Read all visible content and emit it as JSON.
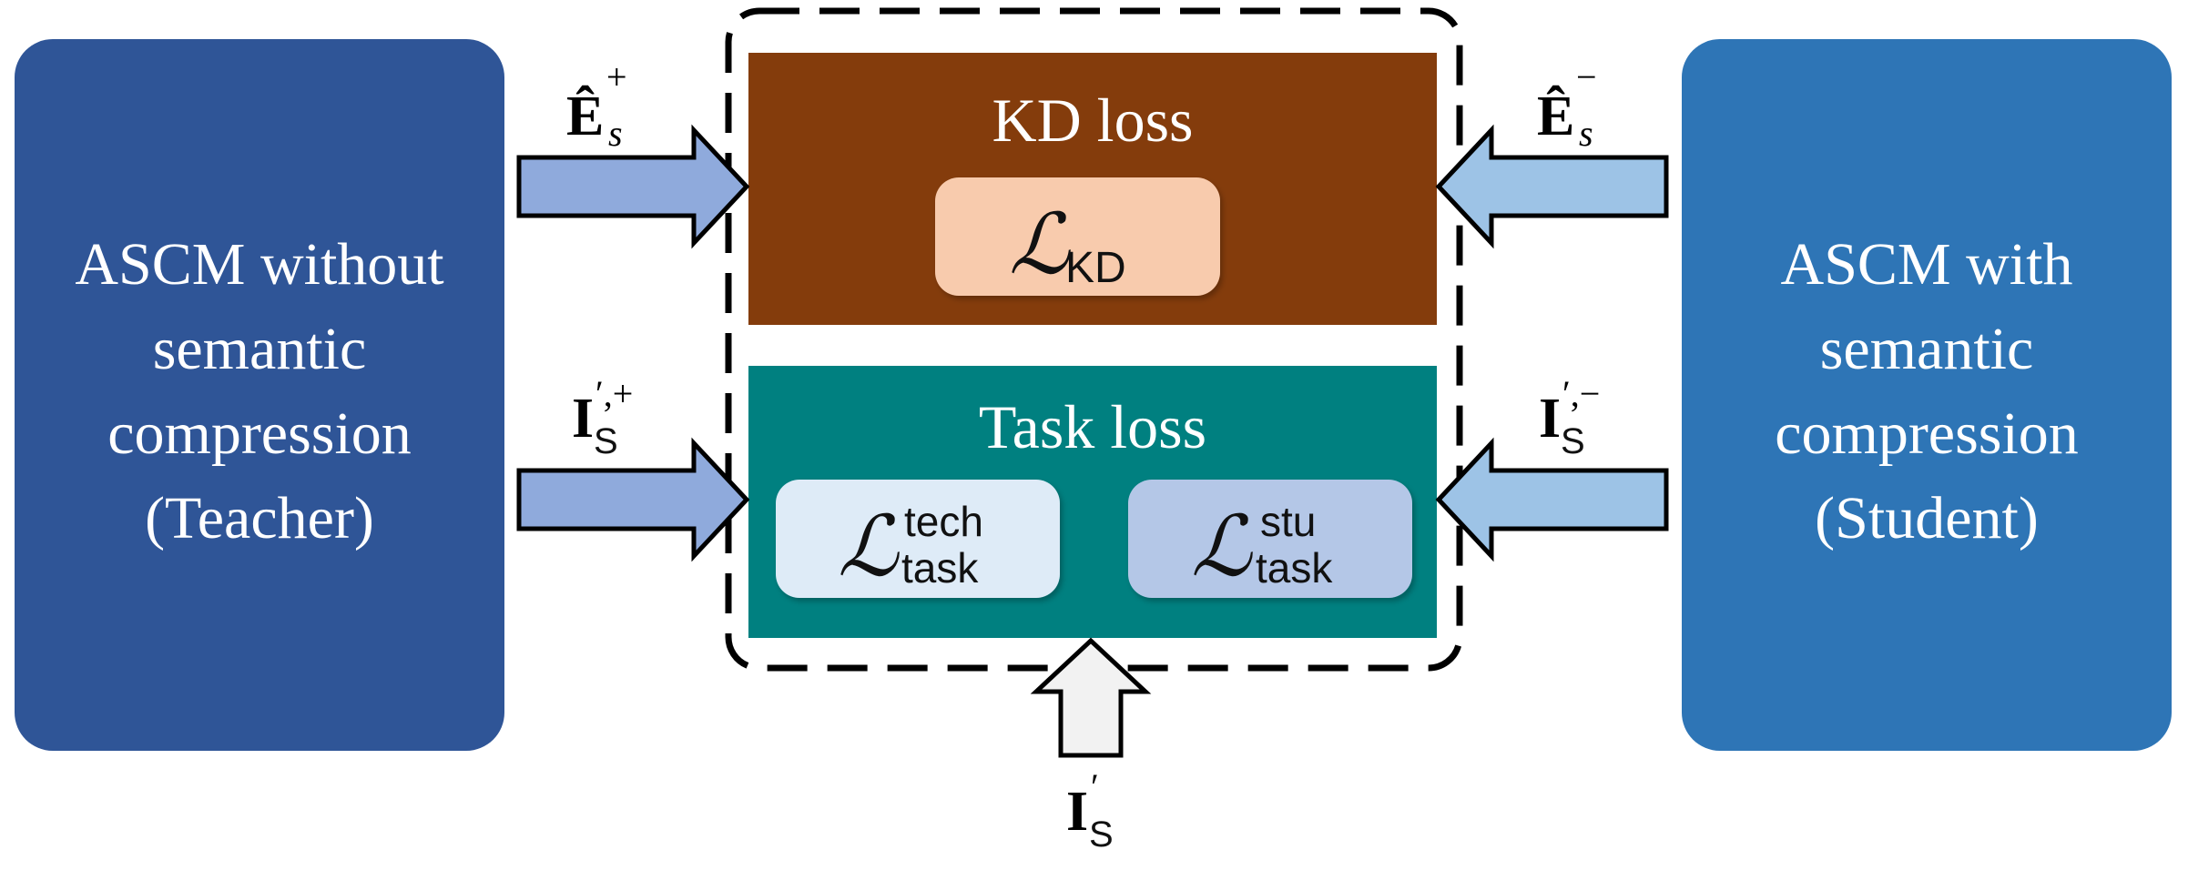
{
  "teacher": {
    "lines": [
      "ASCM without",
      "semantic",
      "compression",
      "(Teacher)"
    ],
    "color": "#2f5597"
  },
  "student": {
    "lines": [
      "ASCM with",
      "semantic",
      "compression",
      "(Student)"
    ],
    "color": "#2e75b6"
  },
  "kd_loss": {
    "title": "KD loss",
    "color": "#843c0c",
    "term": {
      "symbol": "ℒ",
      "subscript": "KD",
      "color": "#f8cbad"
    }
  },
  "task_loss": {
    "title": "Task loss",
    "color": "#008080",
    "terms": [
      {
        "symbol": "ℒ",
        "superscript": "tech",
        "subscript": "task",
        "color": "#deebf7"
      },
      {
        "symbol": "ℒ",
        "superscript": "stu",
        "subscript": "task",
        "color": "#b4c7e7"
      }
    ]
  },
  "arrows": {
    "teacher_embedding": {
      "base": "Ê",
      "sub": "s",
      "sup": "+"
    },
    "student_embedding": {
      "base": "Ê",
      "sub": "s",
      "sup": "−"
    },
    "teacher_image": {
      "base": "I",
      "sub": "S",
      "sup": "′,+"
    },
    "student_image": {
      "base": "I",
      "sub": "S",
      "sup": "′,−"
    },
    "ground_truth": {
      "base": "I",
      "sub": "S",
      "sup": "′"
    },
    "colors": {
      "teacher_side": "#8faadc",
      "student_side": "#9dc3e6",
      "bottom": "#f2f2f2"
    }
  }
}
